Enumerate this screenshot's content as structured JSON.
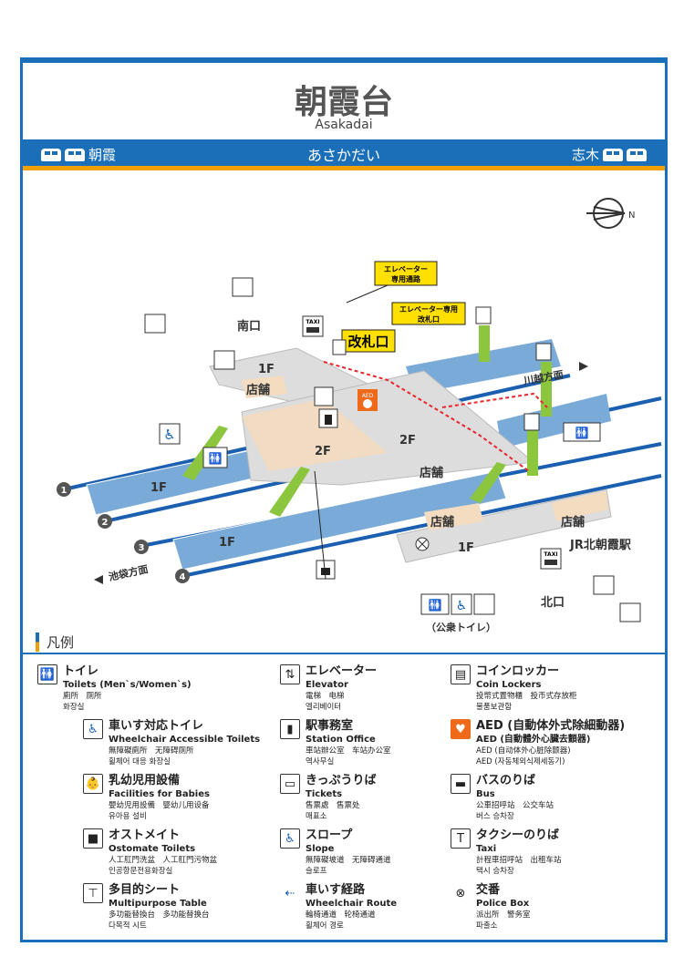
{
  "header": {
    "title": "朝霞台",
    "romaji": "Asakadai",
    "kana": "あさかだい",
    "prev_station": "朝霞",
    "next_station": "志木"
  },
  "map": {
    "floors": {
      "f1_left": "1F",
      "f1_right": "1F",
      "f1_south": "1F",
      "f1_north": "1F",
      "f2_left": "2F",
      "f2_right": "2F"
    },
    "exits": {
      "south": "南口",
      "north": "北口"
    },
    "shops": [
      "店舗",
      "店舗",
      "店舗",
      "店舗"
    ],
    "callouts": {
      "elevator_passage": [
        "エレベーター",
        "専用通路"
      ],
      "elevator_gate": [
        "エレベーター専用",
        "改札口"
      ],
      "ticket_gate": "改札口"
    },
    "directions": {
      "kawagoe": "川越方面",
      "ikebukuro": "池袋方面",
      "jr": "JR北朝霞駅"
    },
    "tracks": [
      "1",
      "2",
      "3",
      "4"
    ],
    "public_toilet": "（公衆トイレ）",
    "aed": "AED",
    "taxi": "TAXI",
    "colors": {
      "blue": "#1a6fb8",
      "orange": "#f0a000",
      "platform": "#7aaad8",
      "concourse": "#d9d9d9",
      "beige": "#f3dcc0",
      "green": "#8cc63f",
      "route": "#e8262d"
    }
  },
  "legend": {
    "title": "凡例",
    "items": [
      {
        "icon": "toilet-icon",
        "jp": "トイレ",
        "en": "Toilets (Men`s/Women`s)",
        "l1": "廁所　厕所",
        "l2": "화장실"
      },
      {
        "icon": "wheelchair-toilet-icon",
        "jp": "車いす対応トイレ",
        "en": "Wheelchair Accessible Toilets",
        "l1": "無障礙廁所　无障碍厕所",
        "l2": "휠체어 대응 화장실"
      },
      {
        "icon": "baby-icon",
        "jp": "乳幼児用設備",
        "en": "Facilities for Babies",
        "l1": "嬰幼児用設備　婴幼儿用设备",
        "l2": "유아용 설비"
      },
      {
        "icon": "ostomate-icon",
        "jp": "オストメイト",
        "en": "Ostomate Toilets",
        "l1": "人工肛門洗盆　人工肛門污物盆",
        "l2": "인공항문전용화장실"
      },
      {
        "icon": "multipurpose-table-icon",
        "jp": "多目的シート",
        "en": "Multipurpose Table",
        "l1": "多功能替換台　多功能替换台",
        "l2": "다목적 시트"
      },
      {
        "icon": "elevator-icon",
        "jp": "エレベーター",
        "en": "Elevator",
        "l1": "電梯　电梯",
        "l2": "엘리베이터"
      },
      {
        "icon": "station-office-icon",
        "jp": "駅事務室",
        "en": "Station Office",
        "l1": "車站辦公室　车站办公室",
        "l2": "역사무실"
      },
      {
        "icon": "tickets-icon",
        "jp": "きっぷうりば",
        "en": "Tickets",
        "l1": "售票處　售票处",
        "l2": "매표소"
      },
      {
        "icon": "slope-icon",
        "jp": "スロープ",
        "en": "Slope",
        "l1": "無障礙坡道　无障碍通道",
        "l2": "슬로프"
      },
      {
        "icon": "wheelchair-route-icon",
        "jp": "車いす経路",
        "en": "Wheelchair Route",
        "l1": "輪椅通道　轮椅通道",
        "l2": "휠체어 경로"
      },
      {
        "icon": "coin-locker-icon",
        "jp": "コインロッカー",
        "en": "Coin Lockers",
        "l1": "投幣式置物櫃　投币式存放柜",
        "l2": "물품보관함"
      },
      {
        "icon": "aed-icon",
        "jp": "AED (自動体外式除細動器)",
        "en": "AED (自動體外心臟去顫器)",
        "l1": "AED (自动体外心脏除颤器)",
        "l2": "AED (자동체외식제세동기)"
      },
      {
        "icon": "bus-icon",
        "jp": "バスのりば",
        "en": "Bus",
        "l1": "公車招呼站　公交车站",
        "l2": "버스 승차장"
      },
      {
        "icon": "taxi-icon",
        "jp": "タクシーのりば",
        "en": "Taxi",
        "l1": "計程車招呼站　出租车站",
        "l2": "택시 승차장"
      },
      {
        "icon": "police-box-icon",
        "jp": "交番",
        "en": "Police Box",
        "l1": "派出所　警务室",
        "l2": "파출소"
      }
    ]
  }
}
